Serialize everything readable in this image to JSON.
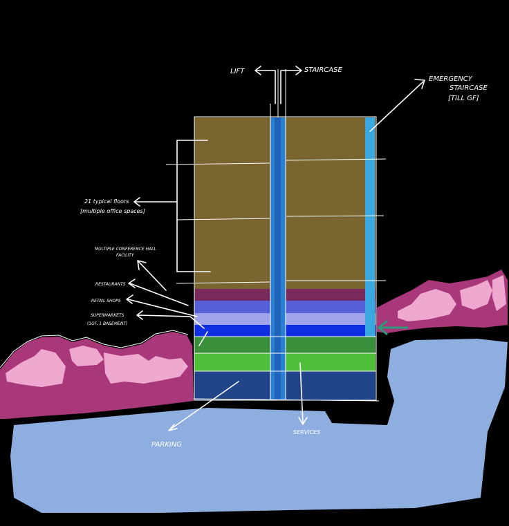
{
  "labels": {
    "lift": "LIFT",
    "staircase": "STAIRCASE",
    "emergency_1": "EMERGENCY",
    "emergency_2": "STAIRCASE",
    "emergency_3": "[TILL GF]",
    "typical_1": "21 typical floors",
    "typical_2": "[multiple office spaces]",
    "conference_1": "MULTIPLE CONFERENCE HALL",
    "conference_2": "FACILITY",
    "restaurants": "RESTAURANTS",
    "retail": "RETAIL SHOPS",
    "supermarkets_1": "SUPERMARKETS",
    "supermarkets_2": "(1GF, 1 BASEMENT)",
    "parking": "PARKING",
    "services": "SERVICES"
  },
  "colors": {
    "background": "#000000",
    "office": "#7a6530",
    "conference": "#7a2a5a",
    "restaurant": "#5560d8",
    "retail": "#9fa3ea",
    "supermarket": "#0f2fe0",
    "basement_green_dark": "#3a8f3a",
    "basement_green_light": "#4fbf3a",
    "parking": "#22458a",
    "core": "#2a7fd0",
    "emergency_core": "#39a8e0",
    "ground": "#8eaee0",
    "hill_dark": "#a8387a",
    "hill_light": "#efa8d0",
    "arrow_green": "#2f9a7a"
  }
}
